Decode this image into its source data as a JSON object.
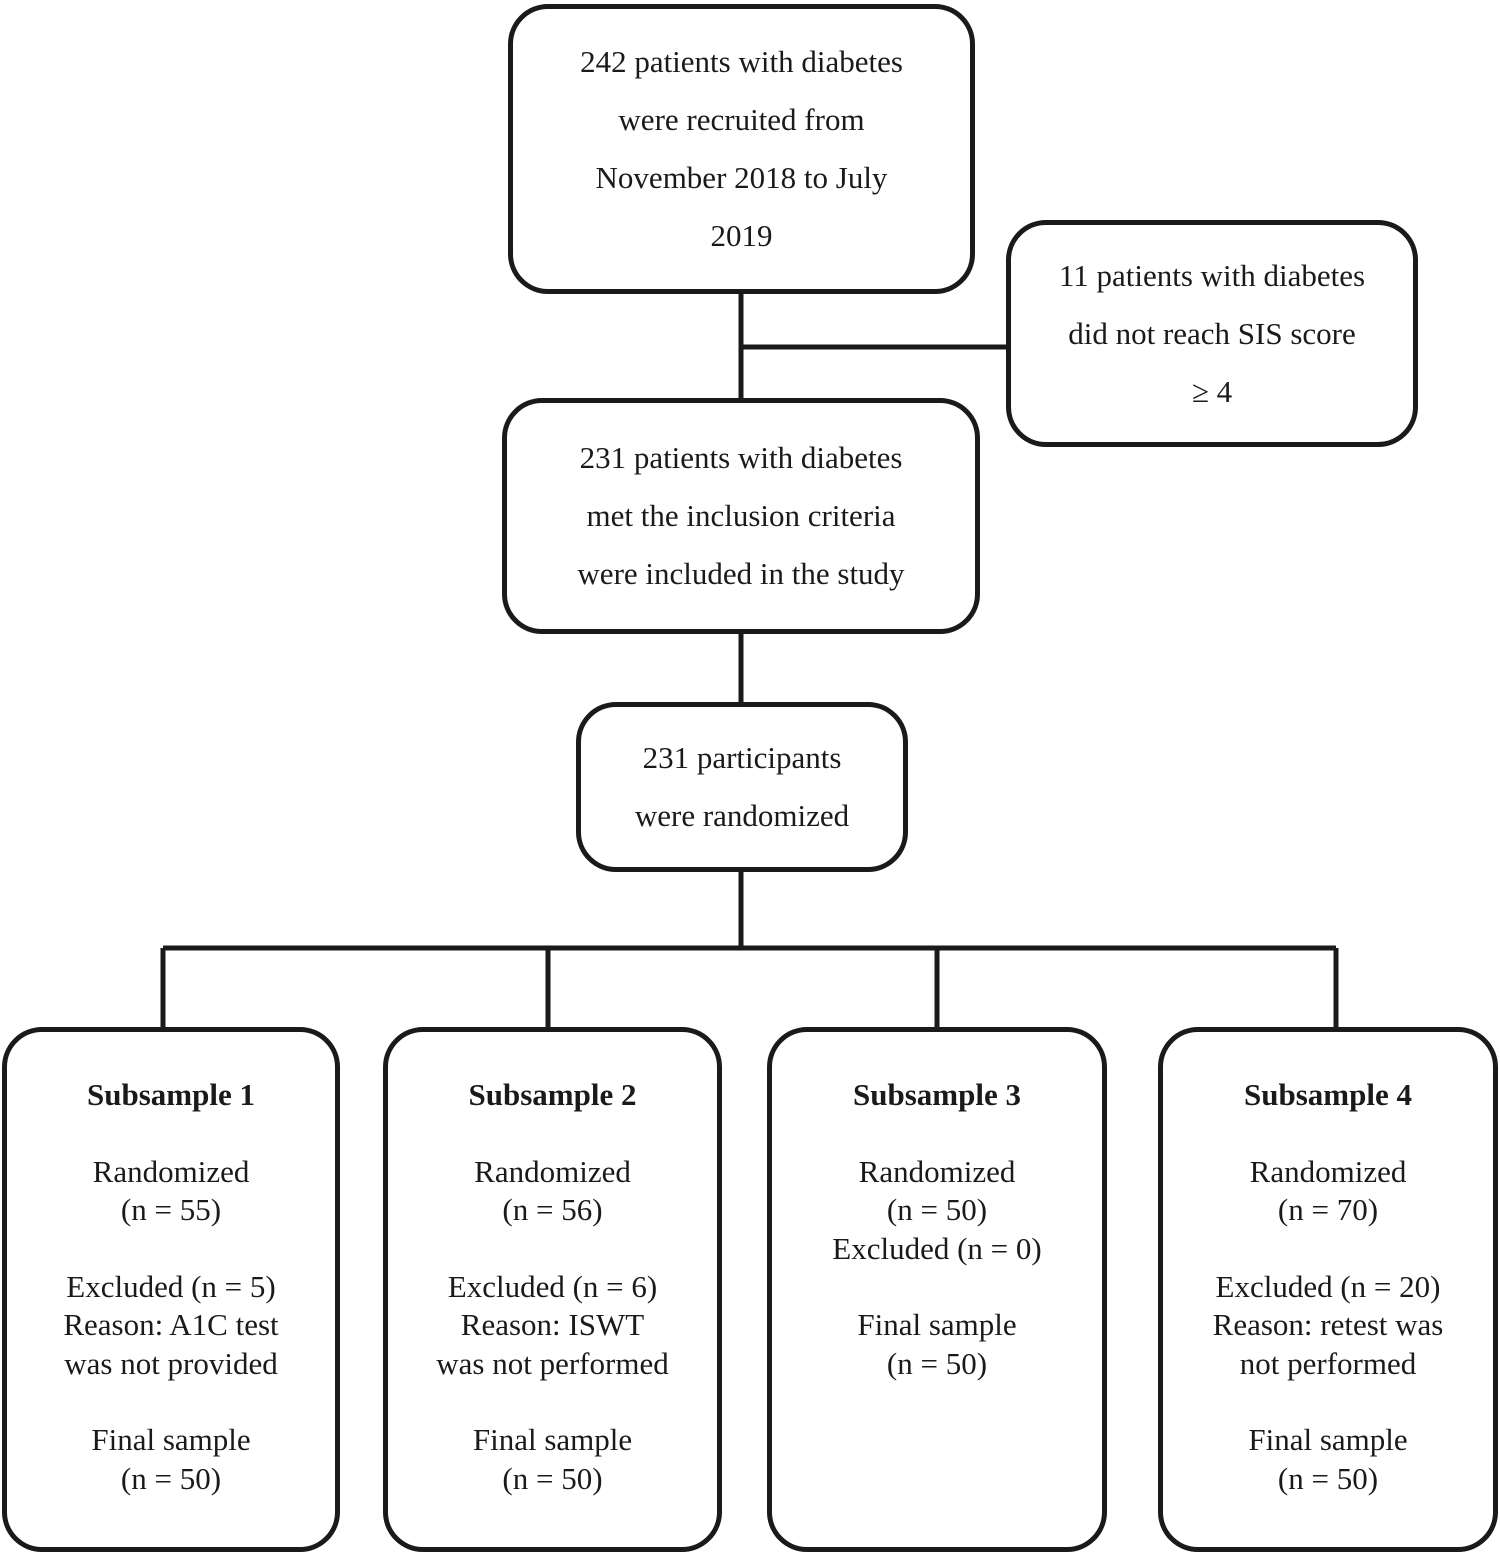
{
  "recruited": {
    "lines": [
      "242 patients with diabetes",
      "were recruited from",
      "November 2018 to July",
      "2019"
    ]
  },
  "not_reached": {
    "lines": [
      "11 patients with diabetes",
      "did not reach SIS score",
      "≥ 4"
    ]
  },
  "included": {
    "lines": [
      "231 patients with diabetes",
      "met the inclusion criteria",
      "were included in the study"
    ]
  },
  "randomized": {
    "lines": [
      "231 participants",
      "were randomized"
    ]
  },
  "subsamples": [
    {
      "title": "Subsample 1",
      "randomized": [
        "Randomized",
        "(n = 55)"
      ],
      "excluded": [
        "Excluded (n = 5)",
        "Reason: A1C test",
        "was not provided"
      ],
      "final": [
        "Final sample",
        "(n = 50)"
      ]
    },
    {
      "title": "Subsample 2",
      "randomized": [
        "Randomized",
        "(n = 56)"
      ],
      "excluded": [
        "Excluded (n = 6)",
        "Reason: ISWT",
        "was not performed"
      ],
      "final": [
        "Final sample",
        "(n = 50)"
      ]
    },
    {
      "title": "Subsample 3",
      "randomized": [
        "Randomized",
        "(n = 50)",
        "Excluded (n = 0)"
      ],
      "final": [
        "Final sample",
        "(n = 50)"
      ]
    },
    {
      "title": "Subsample 4",
      "randomized": [
        "Randomized",
        "(n = 70)"
      ],
      "excluded": [
        "Excluded (n = 20)",
        "Reason: retest was",
        "not performed"
      ],
      "final": [
        "Final sample",
        "(n = 50)"
      ]
    }
  ]
}
